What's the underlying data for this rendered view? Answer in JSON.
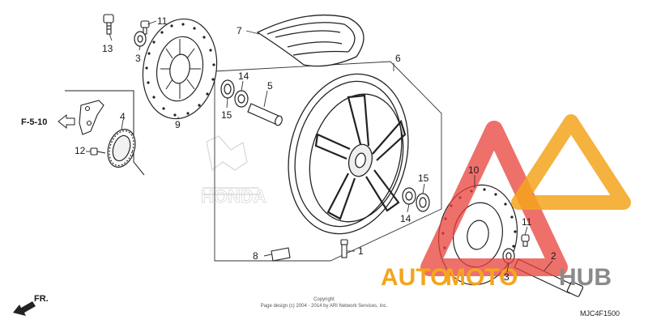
{
  "diagram": {
    "callouts": {
      "c1": "1",
      "c2": "2",
      "c3a": "3",
      "c3b": "3",
      "c4": "4",
      "c5": "5",
      "c6": "6",
      "c7": "7",
      "c8": "8",
      "c9": "9",
      "c10": "10",
      "c11a": "11",
      "c11b": "11",
      "c12": "12",
      "c13": "13",
      "c14a": "14",
      "c14b": "14",
      "c15a": "15",
      "c15b": "15"
    },
    "reference": "F-5-10",
    "front_label": "FR.",
    "copyright_title": "Copyright",
    "copyright_text": "Page design (c) 2004 - 2014 by ARI Network Services, Inc.",
    "diagram_code": "MJC4F1500"
  },
  "watermark": {
    "brand_a": "AUTO",
    "brand_b": "MOTO",
    "brand_c": "HUB",
    "color_red": "#e8403a",
    "color_orange": "#f3a51c",
    "color_gray": "#8a8a8a"
  }
}
